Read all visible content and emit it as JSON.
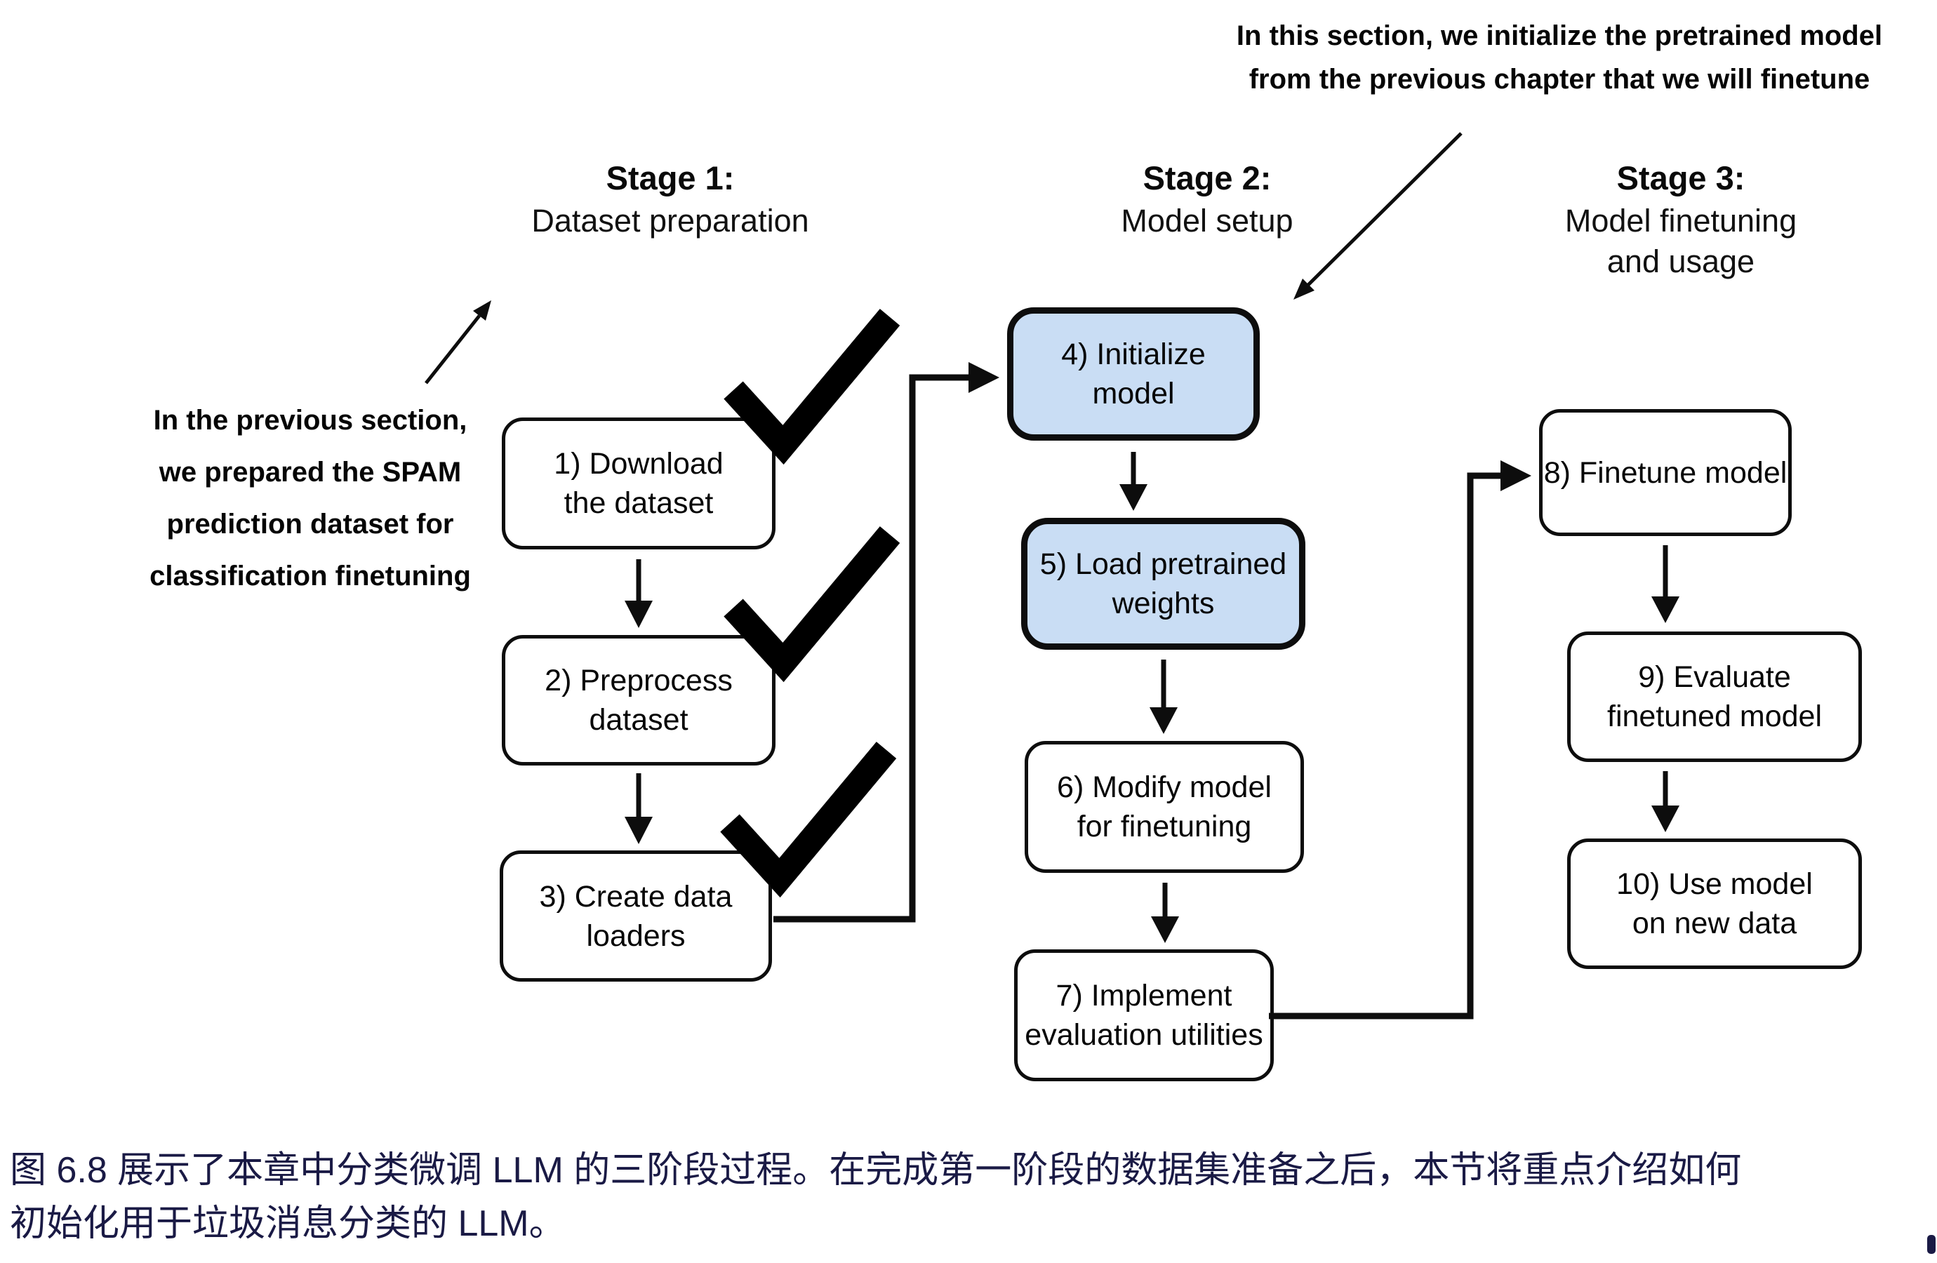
{
  "figure": {
    "description": "Three-stage flowchart for classification finetuning of an LLM"
  },
  "annotations": {
    "top_note": {
      "line1": "In this section, we initialize the pretrained model",
      "line2": "from the previous chapter that we will finetune"
    },
    "left_note": {
      "line1": "In the previous section,",
      "line2": "we prepared the SPAM",
      "line3": "prediction dataset for",
      "line4": "classification finetuning"
    }
  },
  "stages": {
    "stage1": {
      "title": "Stage 1:",
      "subtitle": "Dataset preparation"
    },
    "stage2": {
      "title": "Stage 2:",
      "subtitle": "Model setup"
    },
    "stage3": {
      "title": "Stage 3:",
      "subtitle_line1": "Model finetuning",
      "subtitle_line2": "and usage"
    }
  },
  "boxes": {
    "b1": {
      "line1": "1) Download",
      "line2": "the dataset",
      "completed": true,
      "highlighted": false
    },
    "b2": {
      "line1": "2) Preprocess",
      "line2": "dataset",
      "completed": true,
      "highlighted": false
    },
    "b3": {
      "line1": "3) Create data",
      "line2": "loaders",
      "completed": true,
      "highlighted": false
    },
    "b4": {
      "line1": "4) Initialize",
      "line2": "model",
      "completed": false,
      "highlighted": true
    },
    "b5": {
      "line1": "5) Load pretrained",
      "line2": "weights",
      "completed": false,
      "highlighted": true
    },
    "b6": {
      "line1": "6) Modify model",
      "line2": "for finetuning",
      "completed": false,
      "highlighted": false
    },
    "b7": {
      "line1": "7) Implement",
      "line2": "evaluation utilities",
      "completed": false,
      "highlighted": false
    },
    "b8": {
      "line1": "8) Finetune model",
      "completed": false,
      "highlighted": false
    },
    "b9": {
      "line1": "9) Evaluate",
      "line2": "finetuned model",
      "completed": false,
      "highlighted": false
    },
    "b10": {
      "line1": "10) Use model",
      "line2": "on new data",
      "completed": false,
      "highlighted": false
    }
  },
  "caption": {
    "line1": "图 6.8 展示了本章中分类微调 LLM 的三阶段过程。在完成第一阶段的数据集准备之后，本节将重点介绍如何",
    "line2": "初始化用于垃圾消息分类的 LLM。"
  },
  "colors": {
    "highlight_fill": "#c9ddf4",
    "box_border": "#0d0d0d",
    "caption_text": "#1a1a45",
    "checkmark": "#000000"
  }
}
